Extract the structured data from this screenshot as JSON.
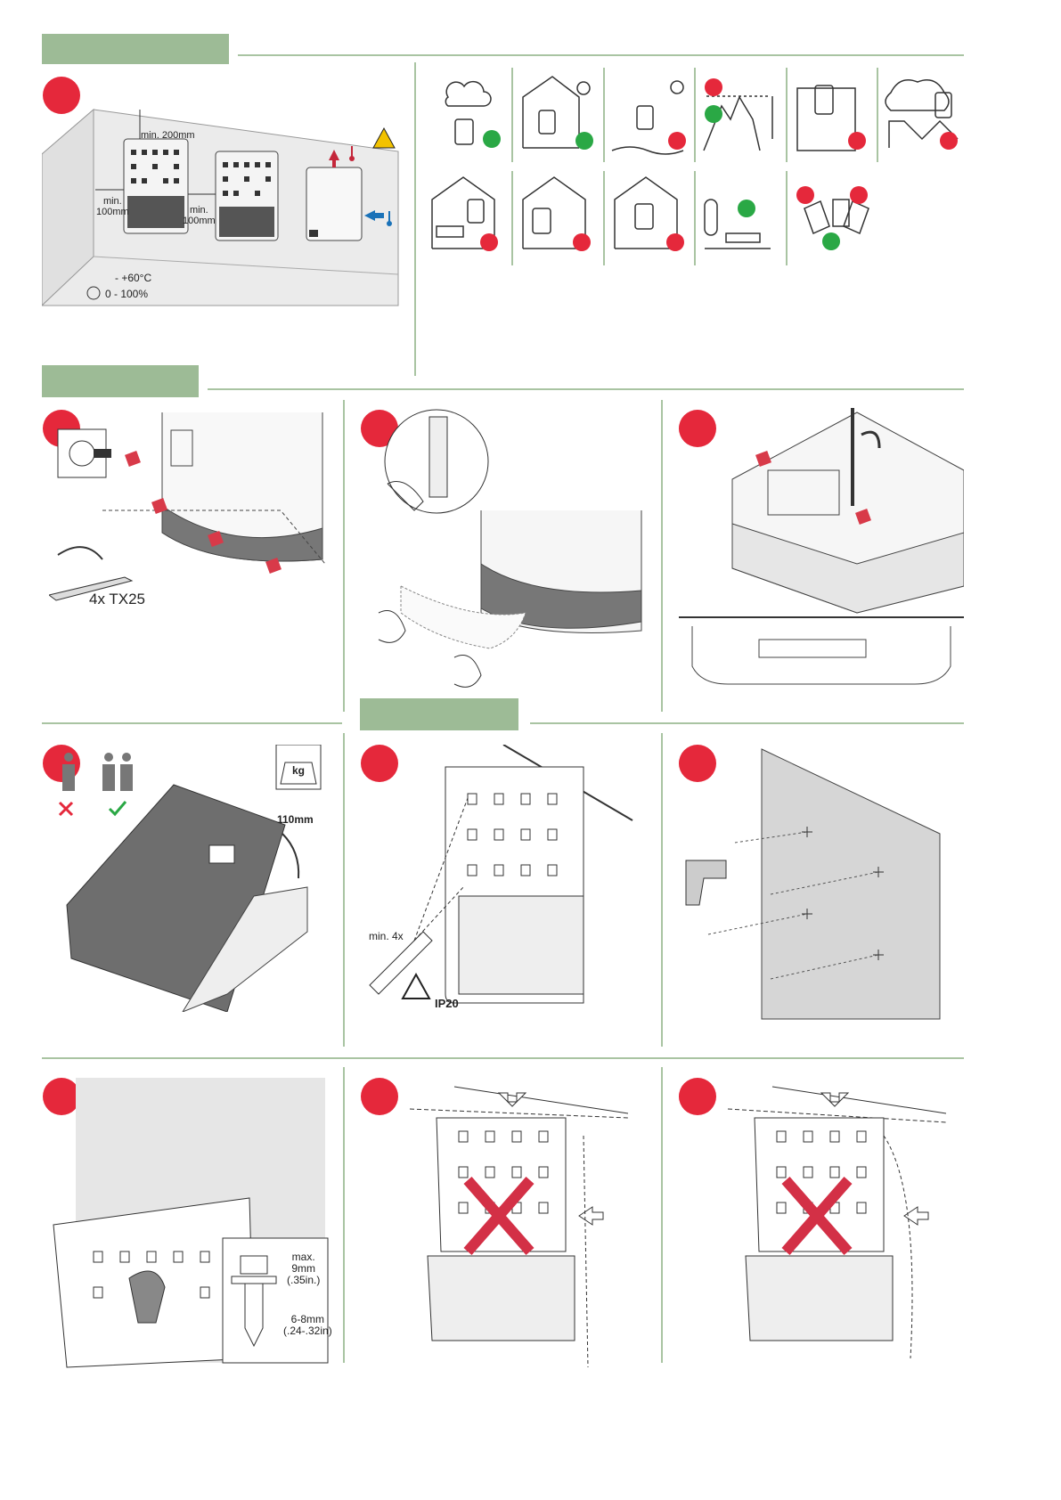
{
  "section1": {
    "min_top": "min. 200mm",
    "min_left": "min.\n100mm",
    "min_mid": "min.\n100mm",
    "temperature": "- +60°C",
    "humidity": "0 - 100%"
  },
  "section2": {
    "tool": "4x TX25"
  },
  "section3": {
    "lift_height": "110mm",
    "weight_icon": "kg",
    "min_points": "min. 4x",
    "ip_rating": "IP20"
  },
  "section4": {
    "screw_depth": "max.\n9mm\n(.35in.)",
    "screw_diameter": "6-8mm\n(.24-.32in)"
  },
  "icons": [
    {
      "name": "rain-condensation-icon",
      "status": "ok"
    },
    {
      "name": "indoor-temperature-icon",
      "status": "ok"
    },
    {
      "name": "outdoor-sun-icon",
      "status": "no"
    },
    {
      "name": "altitude-icon",
      "status": "mixed"
    },
    {
      "name": "livestock-icon",
      "status": "no"
    },
    {
      "name": "dust-industrial-icon",
      "status": "no"
    },
    {
      "name": "living-area-icon",
      "status": "no"
    },
    {
      "name": "plants-icon",
      "status": "no"
    },
    {
      "name": "dust-indoor-icon",
      "status": "no"
    },
    {
      "name": "tilt-orientation-icon",
      "status": "ok"
    },
    {
      "name": "mounting-position-icon",
      "status": "mixed"
    }
  ],
  "colors": {
    "header": "#9dbb96",
    "step": "#e5283b",
    "ok": "#2aa845",
    "no": "#e5283b"
  }
}
